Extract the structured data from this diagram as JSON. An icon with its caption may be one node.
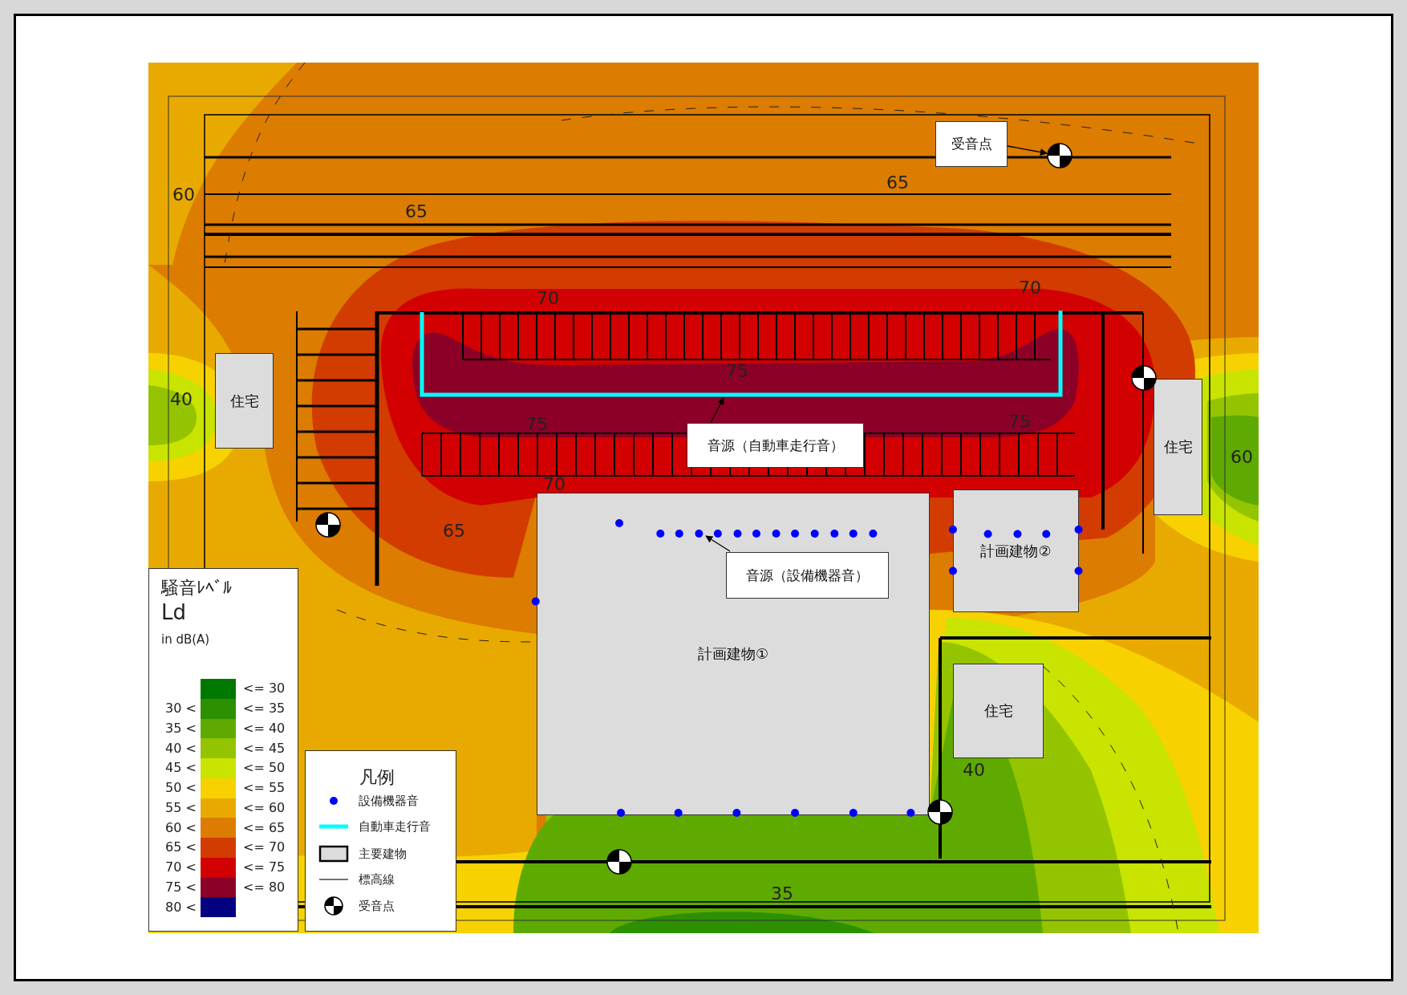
{
  "diagram": {
    "nodes": [
      {
        "text": [
          "住宅"
        ]
      },
      {
        "text": [
          "住宅"
        ]
      },
      {
        "text": [
          "住宅"
        ]
      },
      {
        "text": [
          "計画建物①"
        ]
      },
      {
        "text": [
          "計画建物②"
        ]
      },
      {
        "text": [
          "受音点"
        ]
      },
      {
        "text": [],
        "shape": "circle"
      },
      {
        "text": [
          "音源（自動車走行音）"
        ]
      },
      {
        "text": [
          "音源（設備機器音）"
        ],
        "in": 3
      },
      {
        "text": [],
        "shape": "line"
      }
    ],
    "edges": [
      {
        "from": 5,
        "to": 6,
        "arrow": "to"
      },
      {
        "from": 7,
        "to": 9,
        "arrow": "to"
      },
      {
        "from": 8,
        "to": null,
        "arrow": "to"
      }
    ],
    "labels": [
      "65",
      "60",
      "65",
      "70",
      "70",
      "75",
      "40",
      "75",
      "75",
      "60",
      "70",
      "65",
      "40",
      "35",
      "騒音ﾚﾍﾞﾙ",
      "Ld",
      "in dB(A)",
      "30 <",
      "35 <",
      "40 <",
      "45 <",
      "50 <",
      "55 <",
      "60 <",
      "65 <",
      "70 <",
      "75 <",
      "凡例"
    ],
    "legend": [
      {
        "text": "<= 30",
        "color": "#007800"
      },
      {
        "text": "<= 35",
        "color": "#2c9000"
      },
      {
        "text": "<= 40",
        "color": "#5eaa00"
      },
      {
        "text": "<= 45",
        "color": "#94c400"
      },
      {
        "text": "<= 50",
        "color": "#c8e400"
      },
      {
        "text": "<= 55",
        "color": "#f7d200"
      },
      {
        "text": "<= 60",
        "color": "#e8aa00"
      },
      {
        "text": "<= 65",
        "color": "#dc7c00"
      },
      {
        "text": "<= 70",
        "color": "#d23c00"
      },
      {
        "text": "<= 75",
        "color": "#d20000"
      },
      {
        "text": "<= 80",
        "color": "#8c0028"
      },
      {
        "text": "80 <",
        "color": "#000080"
      },
      {
        "text": "設備機器音"
      },
      {
        "text": "自動車走行音"
      },
      {
        "text": "主要建物"
      },
      {
        "text": "標高線"
      },
      {
        "text": "受音点"
      }
    ]
  }
}
